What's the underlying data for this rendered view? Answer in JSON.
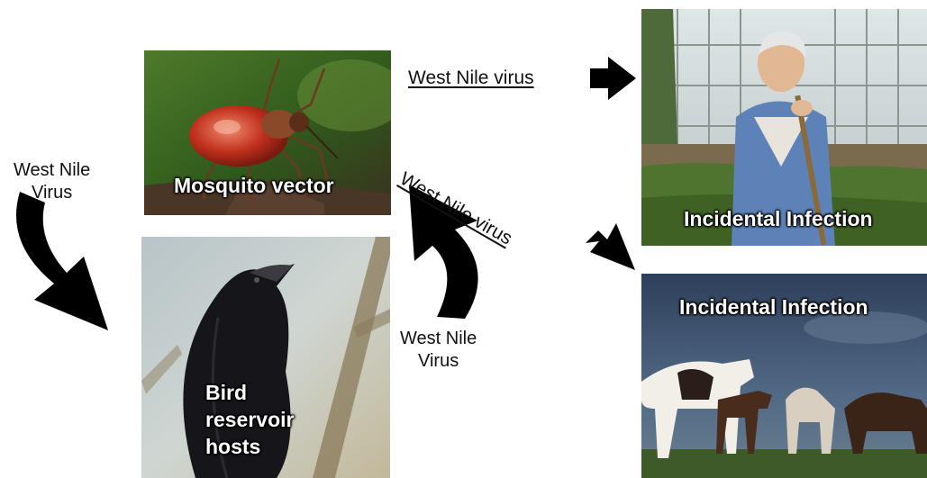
{
  "panels": {
    "mosquito": {
      "caption": "Mosquito vector",
      "icon": "mosquito-photo"
    },
    "bird": {
      "caption_lines": [
        "Bird",
        "reservoir",
        "hosts"
      ],
      "icon": "crow-photo"
    },
    "human": {
      "caption": "Incidental Infection",
      "icon": "gardener-photo"
    },
    "horses": {
      "caption": "Incidental Infection",
      "icon": "horses-photo"
    }
  },
  "flows": {
    "mosquito_to_bird": {
      "lines": [
        "West Nile",
        "Virus"
      ]
    },
    "bird_to_mosquito": {
      "lines": [
        "West Nile",
        "Virus"
      ]
    },
    "mosquito_to_human": {
      "label": "West Nile virus"
    },
    "mosquito_to_horses": {
      "label": "West Nile virus"
    }
  },
  "colors": {
    "arrow": "#000000",
    "caption": "#ffffff",
    "flow_text": "#111111"
  }
}
